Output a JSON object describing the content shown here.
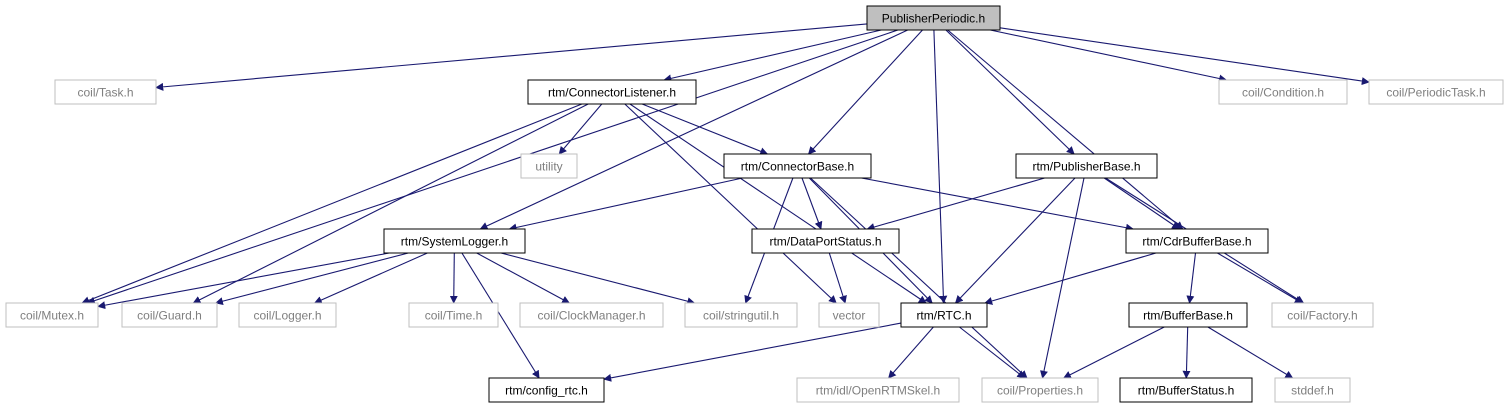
{
  "colors": {
    "edge": "#191970",
    "border_project": "#000000",
    "border_external": "#bfbfbf",
    "text_project": "#000000",
    "text_external": "#7f7f7f",
    "fill_root": "#bfbfbf",
    "fill_node": "#ffffff"
  },
  "diagram": {
    "nodes": [
      {
        "id": "publisherperiodic",
        "label": "PublisherPeriodic.h",
        "kind": "root"
      },
      {
        "id": "coil-task",
        "label": "coil/Task.h",
        "kind": "external"
      },
      {
        "id": "rtm-connectorlistener",
        "label": "rtm/ConnectorListener.h",
        "kind": "project"
      },
      {
        "id": "coil-condition",
        "label": "coil/Condition.h",
        "kind": "external"
      },
      {
        "id": "coil-periodictask",
        "label": "coil/PeriodicTask.h",
        "kind": "external"
      },
      {
        "id": "utility",
        "label": "utility",
        "kind": "external"
      },
      {
        "id": "rtm-connectorbase",
        "label": "rtm/ConnectorBase.h",
        "kind": "project"
      },
      {
        "id": "rtm-publisherbase",
        "label": "rtm/PublisherBase.h",
        "kind": "project"
      },
      {
        "id": "rtm-systemlogger",
        "label": "rtm/SystemLogger.h",
        "kind": "project"
      },
      {
        "id": "rtm-dataportstatus",
        "label": "rtm/DataPortStatus.h",
        "kind": "project"
      },
      {
        "id": "rtm-cdrbufferbase",
        "label": "rtm/CdrBufferBase.h",
        "kind": "project"
      },
      {
        "id": "coil-mutex",
        "label": "coil/Mutex.h",
        "kind": "external"
      },
      {
        "id": "coil-guard",
        "label": "coil/Guard.h",
        "kind": "external"
      },
      {
        "id": "coil-logger",
        "label": "coil/Logger.h",
        "kind": "external"
      },
      {
        "id": "coil-time",
        "label": "coil/Time.h",
        "kind": "external"
      },
      {
        "id": "coil-clockmanager",
        "label": "coil/ClockManager.h",
        "kind": "external"
      },
      {
        "id": "coil-stringutil",
        "label": "coil/stringutil.h",
        "kind": "external"
      },
      {
        "id": "vector",
        "label": "vector",
        "kind": "external"
      },
      {
        "id": "rtm-rtc",
        "label": "rtm/RTC.h",
        "kind": "project"
      },
      {
        "id": "rtm-bufferbase",
        "label": "rtm/BufferBase.h",
        "kind": "project"
      },
      {
        "id": "coil-factory",
        "label": "coil/Factory.h",
        "kind": "external"
      },
      {
        "id": "rtm-config-rtc",
        "label": "rtm/config_rtc.h",
        "kind": "project"
      },
      {
        "id": "rtm-idl-openrtmskel",
        "label": "rtm/idl/OpenRTMSkel.h",
        "kind": "external"
      },
      {
        "id": "coil-properties",
        "label": "coil/Properties.h",
        "kind": "external"
      },
      {
        "id": "rtm-bufferstatus",
        "label": "rtm/BufferStatus.h",
        "kind": "project"
      },
      {
        "id": "stddef",
        "label": "stddef.h",
        "kind": "external"
      }
    ],
    "edges": [
      {
        "from": "publisherperiodic",
        "to": "coil-task"
      },
      {
        "from": "publisherperiodic",
        "to": "rtm-connectorlistener"
      },
      {
        "from": "publisherperiodic",
        "to": "coil-condition"
      },
      {
        "from": "publisherperiodic",
        "to": "coil-periodictask"
      },
      {
        "from": "publisherperiodic",
        "to": "rtm-connectorbase"
      },
      {
        "from": "publisherperiodic",
        "to": "rtm-publisherbase"
      },
      {
        "from": "publisherperiodic",
        "to": "rtm-systemlogger"
      },
      {
        "from": "publisherperiodic",
        "to": "coil-mutex"
      },
      {
        "from": "publisherperiodic",
        "to": "rtm-rtc"
      },
      {
        "from": "publisherperiodic",
        "to": "rtm-cdrbufferbase"
      },
      {
        "from": "rtm-connectorlistener",
        "to": "utility"
      },
      {
        "from": "rtm-connectorlistener",
        "to": "rtm-connectorbase"
      },
      {
        "from": "rtm-connectorlistener",
        "to": "coil-mutex"
      },
      {
        "from": "rtm-connectorlistener",
        "to": "coil-guard"
      },
      {
        "from": "rtm-connectorlistener",
        "to": "vector"
      },
      {
        "from": "rtm-connectorlistener",
        "to": "rtm-rtc"
      },
      {
        "from": "rtm-connectorbase",
        "to": "rtm-systemlogger"
      },
      {
        "from": "rtm-connectorbase",
        "to": "rtm-dataportstatus"
      },
      {
        "from": "rtm-connectorbase",
        "to": "rtm-cdrbufferbase"
      },
      {
        "from": "rtm-connectorbase",
        "to": "coil-stringutil"
      },
      {
        "from": "rtm-connectorbase",
        "to": "rtm-rtc"
      },
      {
        "from": "rtm-connectorbase",
        "to": "coil-properties"
      },
      {
        "from": "rtm-publisherbase",
        "to": "rtm-dataportstatus"
      },
      {
        "from": "rtm-publisherbase",
        "to": "rtm-cdrbufferbase"
      },
      {
        "from": "rtm-publisherbase",
        "to": "rtm-rtc"
      },
      {
        "from": "rtm-publisherbase",
        "to": "coil-factory"
      },
      {
        "from": "rtm-publisherbase",
        "to": "coil-properties"
      },
      {
        "from": "rtm-systemlogger",
        "to": "coil-mutex"
      },
      {
        "from": "rtm-systemlogger",
        "to": "coil-guard"
      },
      {
        "from": "rtm-systemlogger",
        "to": "coil-logger"
      },
      {
        "from": "rtm-systemlogger",
        "to": "coil-time"
      },
      {
        "from": "rtm-systemlogger",
        "to": "coil-clockmanager"
      },
      {
        "from": "rtm-systemlogger",
        "to": "coil-stringutil"
      },
      {
        "from": "rtm-systemlogger",
        "to": "rtm-config-rtc"
      },
      {
        "from": "rtm-dataportstatus",
        "to": "vector"
      },
      {
        "from": "rtm-cdrbufferbase",
        "to": "rtm-rtc"
      },
      {
        "from": "rtm-cdrbufferbase",
        "to": "rtm-bufferbase"
      },
      {
        "from": "rtm-cdrbufferbase",
        "to": "coil-factory"
      },
      {
        "from": "rtm-rtc",
        "to": "rtm-config-rtc"
      },
      {
        "from": "rtm-rtc",
        "to": "rtm-idl-openrtmskel"
      },
      {
        "from": "rtm-rtc",
        "to": "coil-properties"
      },
      {
        "from": "rtm-bufferbase",
        "to": "coil-properties"
      },
      {
        "from": "rtm-bufferbase",
        "to": "rtm-bufferstatus"
      },
      {
        "from": "rtm-bufferbase",
        "to": "stddef"
      }
    ]
  }
}
